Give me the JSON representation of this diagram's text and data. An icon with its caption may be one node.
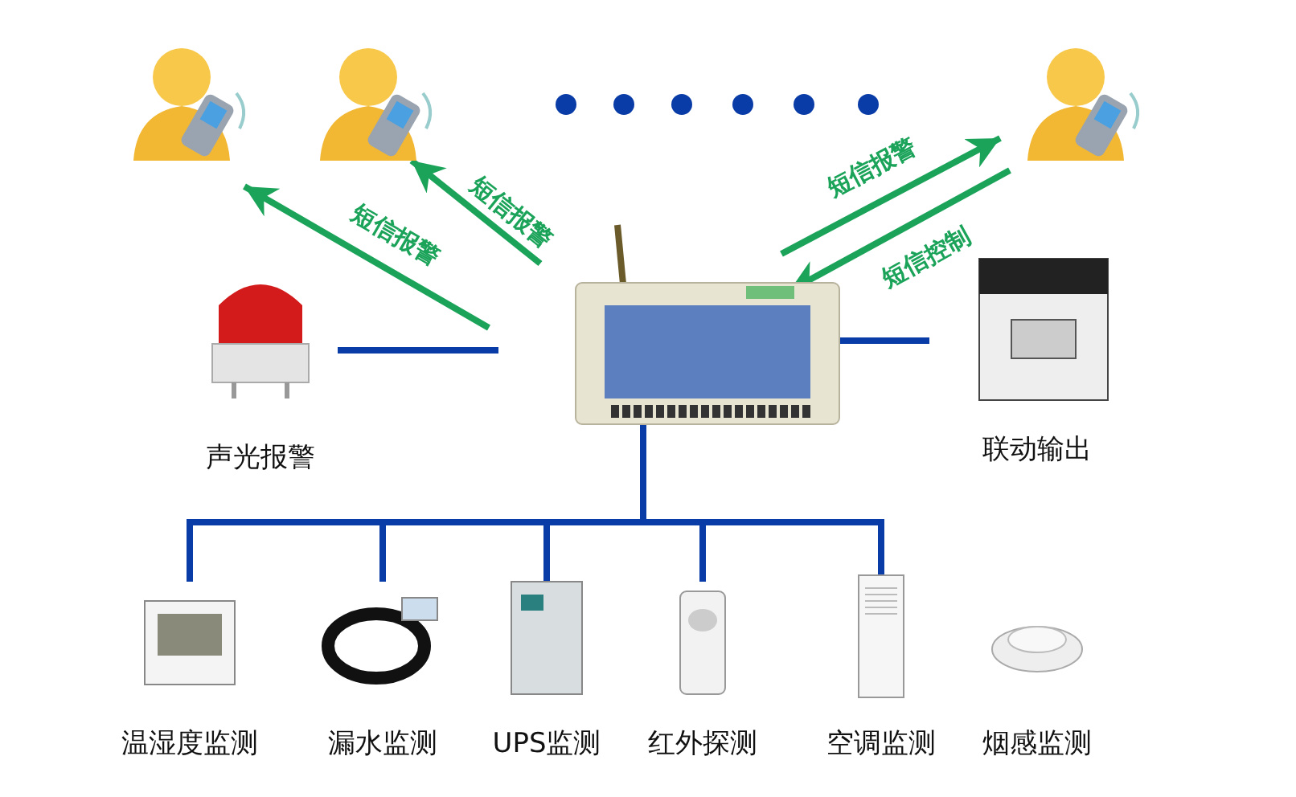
{
  "diagram": {
    "nodes": [
      {
        "text": [],
        "shape": "picture"
      },
      {
        "text": [],
        "shape": "picture"
      },
      {
        "text": [],
        "shape": "picture"
      },
      {
        "text": [],
        "shape": "picture"
      },
      {
        "text": [
          "声光报警"
        ]
      },
      {
        "text": [
          "联动输出"
        ]
      },
      {
        "text": [
          "温湿度监测"
        ]
      },
      {
        "text": [
          "漏水监测"
        ]
      },
      {
        "text": [
          "UPS监测"
        ]
      },
      {
        "text": [
          "红外探测"
        ]
      },
      {
        "text": [
          "空调监测"
        ]
      },
      {
        "text": [
          "烟感监测"
        ]
      }
    ],
    "edges": [
      {
        "from": 0,
        "to": 1,
        "arrow": "to",
        "label": "短信报警",
        "color": "#1ba35a"
      },
      {
        "from": 0,
        "to": 2,
        "arrow": "to",
        "label": "短信报警",
        "color": "#1ba35a"
      },
      {
        "from": 0,
        "to": 3,
        "arrow": "to",
        "label": "短信报警",
        "color": "#1ba35a"
      },
      {
        "from": 3,
        "to": 0,
        "arrow": "to",
        "label": "短信控制",
        "color": "#1ba35a"
      },
      {
        "from": 0,
        "to": 4,
        "arrow": "none"
      },
      {
        "from": 0,
        "to": 5,
        "arrow": "none"
      },
      {
        "from": 0,
        "to": 6,
        "arrow": "none"
      },
      {
        "from": 0,
        "to": 7,
        "arrow": "none"
      },
      {
        "from": 0,
        "to": 8,
        "arrow": "none"
      },
      {
        "from": 0,
        "to": 9,
        "arrow": "none"
      },
      {
        "from": 0,
        "to": 10,
        "arrow": "none"
      }
    ]
  }
}
